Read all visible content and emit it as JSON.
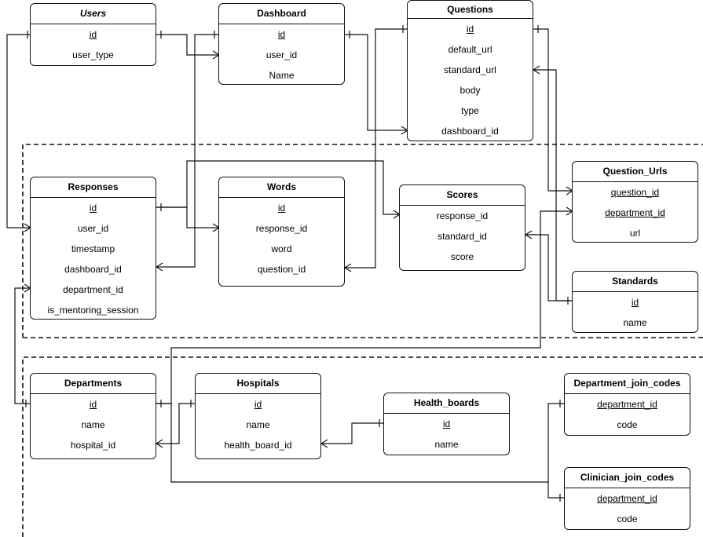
{
  "entities": {
    "users": {
      "title": "Users",
      "attrs": [
        "id",
        "user_type"
      ]
    },
    "dashboard": {
      "title": "Dashboard",
      "attrs": [
        "id",
        "user_id",
        "Name"
      ]
    },
    "questions": {
      "title": "Questions",
      "attrs": [
        "id",
        "default_url",
        "standard_url",
        "body",
        "type",
        "dashboard_id"
      ]
    },
    "responses": {
      "title": "Responses",
      "attrs": [
        "id",
        "user_id",
        "timestamp",
        "dashboard_id",
        "department_id",
        "is_mentoring_session"
      ]
    },
    "words": {
      "title": "Words",
      "attrs": [
        "id",
        "response_id",
        "word",
        "question_id"
      ]
    },
    "scores": {
      "title": "Scores",
      "attrs": [
        "response_id",
        "standard_id",
        "score"
      ]
    },
    "question_urls": {
      "title": "Question_Urls",
      "attrs": [
        "question_id",
        "department_id",
        "url"
      ]
    },
    "standards": {
      "title": "Standards",
      "attrs": [
        "id",
        "name"
      ]
    },
    "departments": {
      "title": "Departments",
      "attrs": [
        "id",
        "name",
        "hospital_id"
      ]
    },
    "hospitals": {
      "title": "Hospitals",
      "attrs": [
        "id",
        "name",
        "health_board_id"
      ]
    },
    "health_boards": {
      "title": "Health_boards",
      "attrs": [
        "id",
        "name"
      ]
    },
    "department_join_codes": {
      "title": "Department_join_codes",
      "attrs": [
        "department_id",
        "code"
      ]
    },
    "clinician_join_codes": {
      "title": "Clinician_join_codes",
      "attrs": [
        "department_id",
        "code"
      ]
    }
  }
}
